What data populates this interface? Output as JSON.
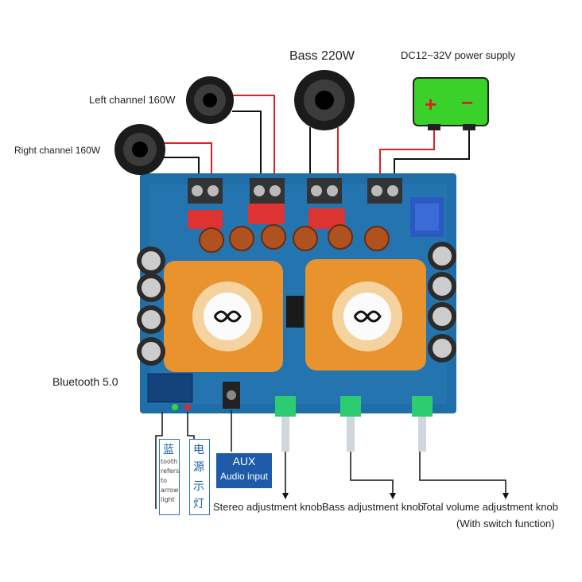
{
  "labels": {
    "bass": "Bass 220W",
    "power": "DC12~32V power supply",
    "left": "Left channel 160W",
    "right": "Right channel 160W",
    "bluetooth": "Bluetooth 5.0",
    "aux_title": "AUX",
    "aux_sub": "Audio input",
    "stereo_knob": "Stereo adjustment knob",
    "bass_knob": "Bass adjustment knob",
    "volume_knob": "Total volume adjustment knob",
    "volume_sub": "(With switch function)",
    "bt_indicator": "蓝",
    "bt_indicator_sub": "tooth refers to arrow light",
    "power_indicator_1": "电",
    "power_indicator_2": "源",
    "power_indicator_3": "示",
    "power_indicator_4": "灯"
  },
  "battery": {
    "plus": "+",
    "minus": "−"
  },
  "colors": {
    "pcb": "#1f6ea8",
    "heatsink": "#e8932e",
    "battery": "#3ad12b",
    "wire_red": "#d8231e",
    "wire_black": "#111111",
    "aux_blue": "#1e5aa8"
  },
  "icons": [
    "speaker-icon",
    "battery-icon",
    "fan-icon",
    "knob-icon",
    "arrow-down-icon"
  ]
}
